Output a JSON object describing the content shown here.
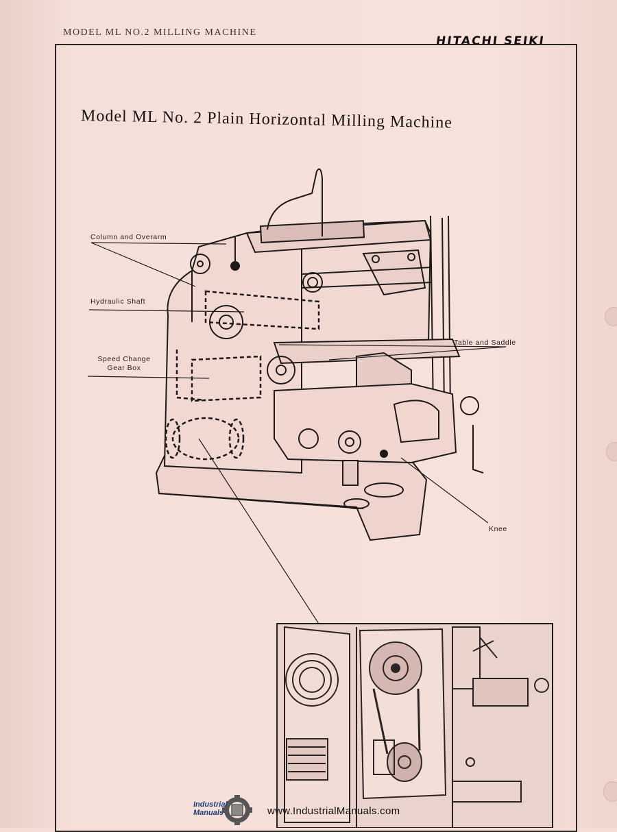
{
  "header": {
    "manual_title": "MODEL ML NO.2 MILLING MACHINE",
    "brand": "HITACHI SEIKI"
  },
  "document": {
    "title": "Model ML No. 2  Plain Horizontal Milling Machine"
  },
  "callouts": {
    "column_and_overarm": "Column and Overarm",
    "hydraulic_shaft": "Hydraulic Shaft",
    "speed_change_line1": "Speed Change",
    "speed_change_line2": "Gear Box",
    "table_and_saddle": "Table and Saddle",
    "knee": "Knee"
  },
  "footer": {
    "logo_line1": "Industrial",
    "logo_line2": "Manuals",
    "url": "www.IndustrialManuals.com"
  },
  "colors": {
    "paper": "#f3ddd6",
    "ink": "#1e1a1a",
    "logo_blue": "#1d3d7a"
  }
}
